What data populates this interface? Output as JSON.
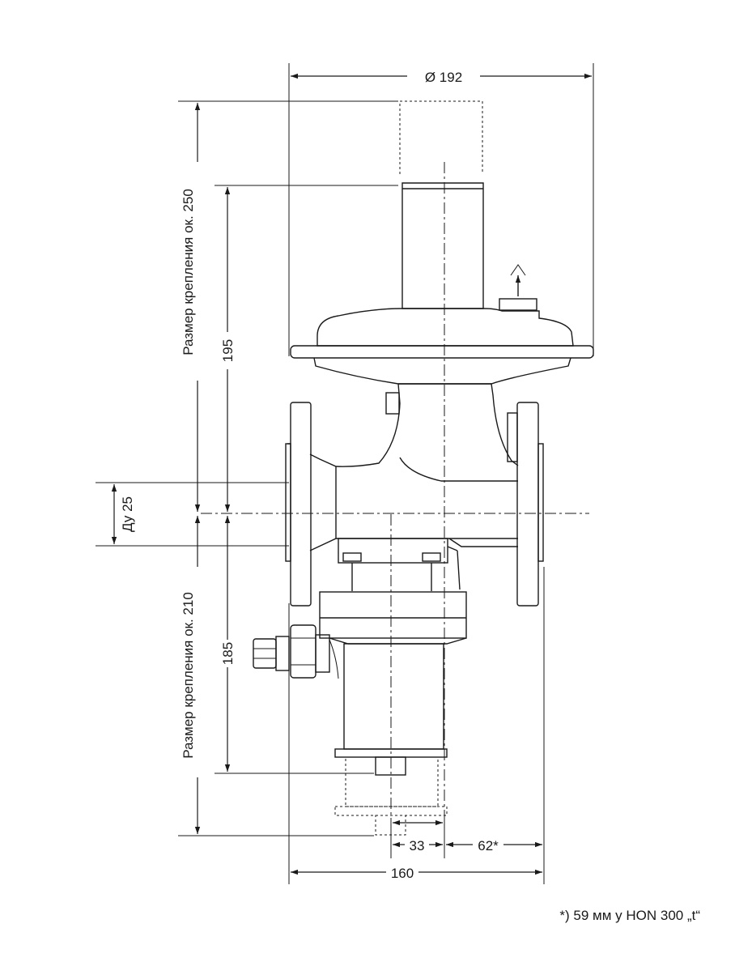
{
  "drawing": {
    "dimensions": {
      "diameter": "Ø 192",
      "height_195": "195",
      "height_185": "185",
      "mount_upper": "Размер крепления ок. 250",
      "mount_lower": "Размер крепления ок. 210",
      "nominal_diameter": "Ду 25",
      "width_33": "33",
      "width_62": "62*",
      "width_160": "160"
    },
    "footnote": "*) 59 мм у HON 300 „t“",
    "colors": {
      "line": "#1a1a1a",
      "background": "#ffffff"
    }
  }
}
